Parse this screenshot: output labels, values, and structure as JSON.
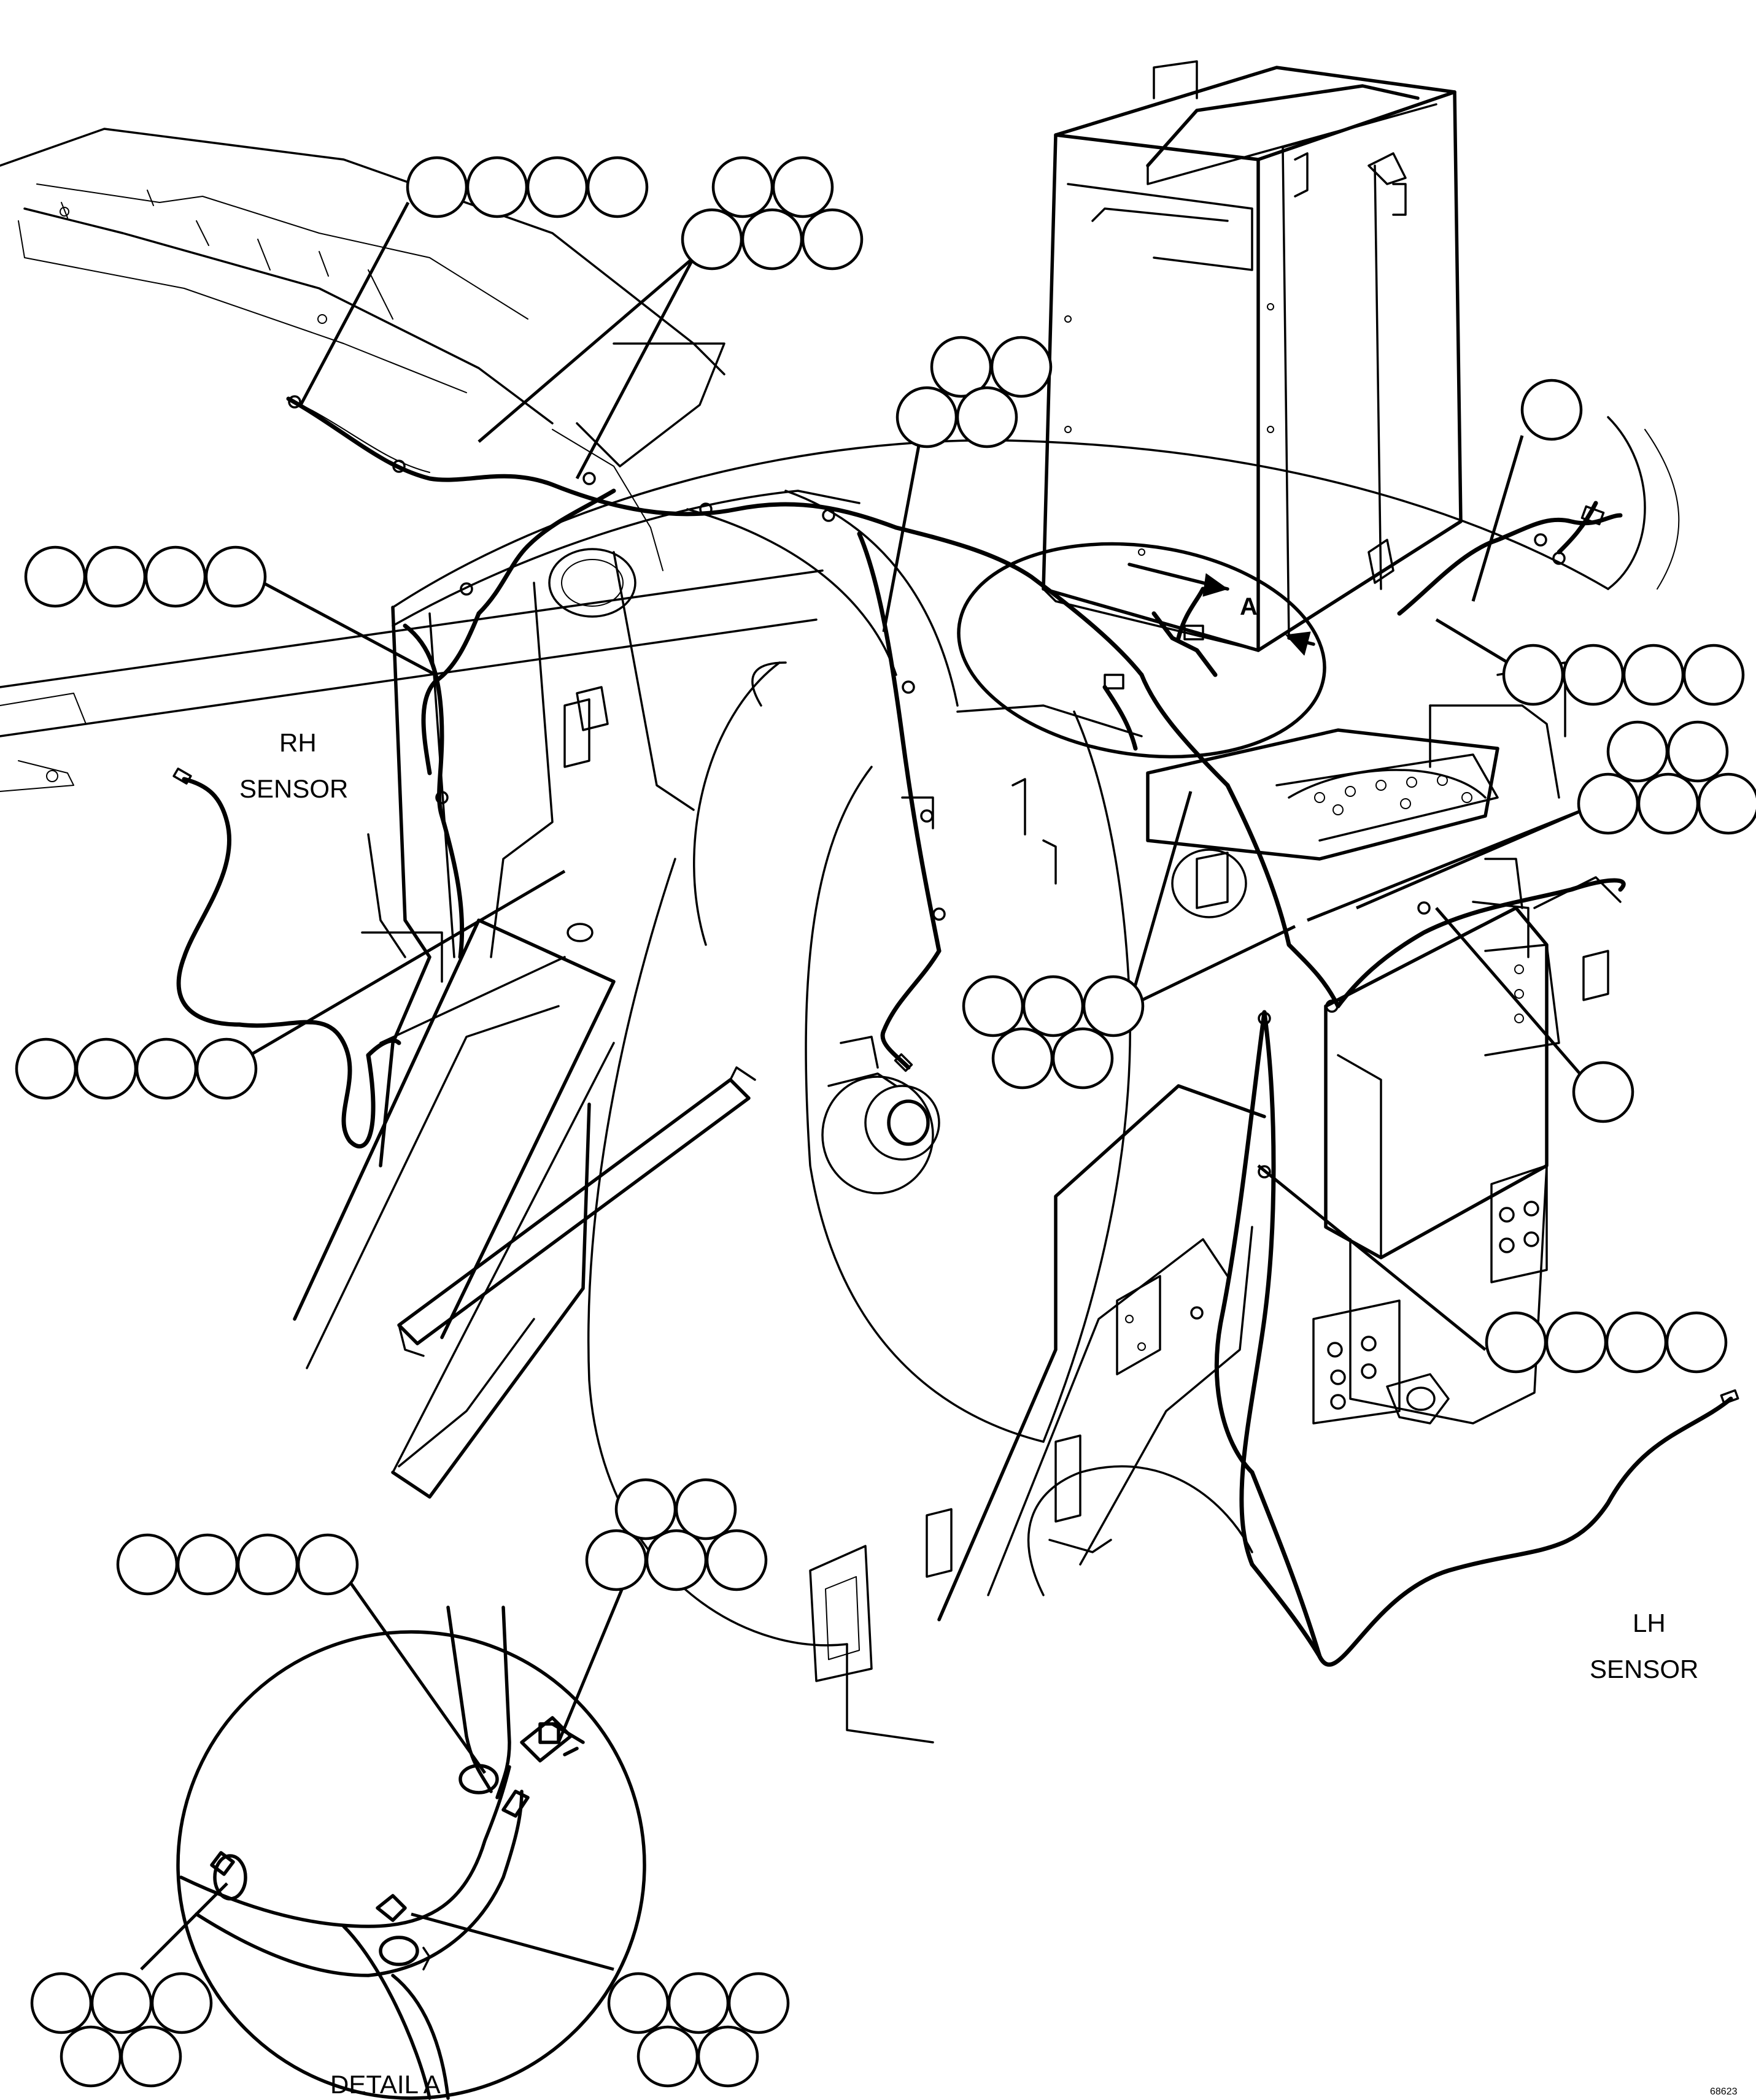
{
  "labels": {
    "rh_line1": "RH",
    "rh_line2": "SENSOR",
    "lh_line1": "LH",
    "lh_line2": "SENSOR",
    "detail_marker": "A",
    "detail_caption": "DETAIL A",
    "figure_code": "68623"
  },
  "callouts": {
    "bubble_groups": 15,
    "empty_bubbles": true
  }
}
